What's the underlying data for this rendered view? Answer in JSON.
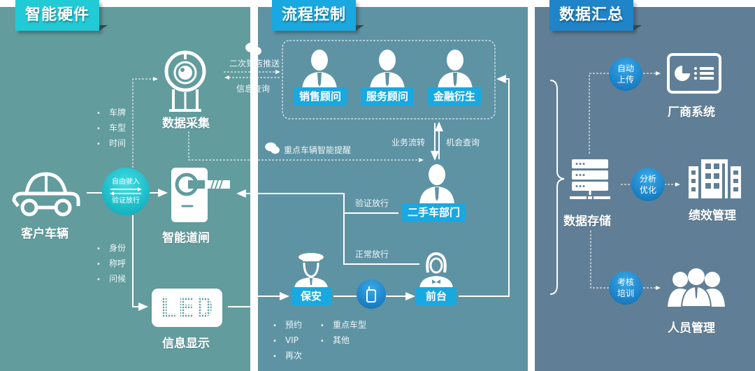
{
  "sections": {
    "hardware": {
      "title": "智能硬件",
      "customer_vehicle": "客户车辆",
      "data_collection": "数据采集",
      "data_collection_items": [
        "车牌",
        "车型",
        "时间"
      ],
      "smart_gate": "智能道闸",
      "flow_circle": {
        "top": "自由驶入",
        "bottom": "验证放行"
      },
      "display_items": [
        "身份",
        "称呼",
        "问候"
      ],
      "info_display": "信息显示",
      "led_text": "LED"
    },
    "process": {
      "title": "流程控制",
      "advisors": [
        "销售顾问",
        "服务顾问",
        "金融衍生"
      ],
      "push_label": "二次到店推送",
      "query_label": "信息查询",
      "reminder_label": "重点车辆智能提醒",
      "business_flow": "业务流转",
      "opportunity_query": "机会查询",
      "used_car_dept": "二手车部门",
      "verify_release": "验证放行",
      "normal_release": "正常放行",
      "security": "保安",
      "reception": "前台",
      "security_items_col1": [
        "预约",
        "VIP",
        "再次"
      ],
      "security_items_col2": [
        "重点车型",
        "其他"
      ]
    },
    "summary": {
      "title": "数据汇总",
      "storage": "数据存储",
      "upload_circle": [
        "自动",
        "上传"
      ],
      "analyze_circle": [
        "分析",
        "优化"
      ],
      "train_circle": [
        "考核",
        "培训"
      ],
      "oem_system": "厂商系统",
      "performance": "绩效管理",
      "personnel": "人员管理"
    }
  },
  "colors": {
    "panel_hardware": "#629c9d",
    "panel_process": "#5e93a4",
    "panel_summary": "#607f96",
    "title_hardware": "#22cad6",
    "title_process": "#19a8e0",
    "title_summary": "#1f84c8",
    "tag_blue": "#19a8e0"
  }
}
